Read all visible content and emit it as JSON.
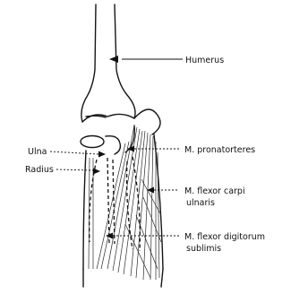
{
  "labels": {
    "humerus": "Humerus",
    "ulna": "Ulna",
    "radius": "Radius",
    "pronator_teres": "M. pronatorteres",
    "flexor_carpi_ulnaris_line1": "M. flexor carpi",
    "flexor_carpi_ulnaris_line2": "ulnaris",
    "flexor_digitorum_line1": "M. flexor digitorum",
    "flexor_digitorum_line2": "sublimis"
  }
}
